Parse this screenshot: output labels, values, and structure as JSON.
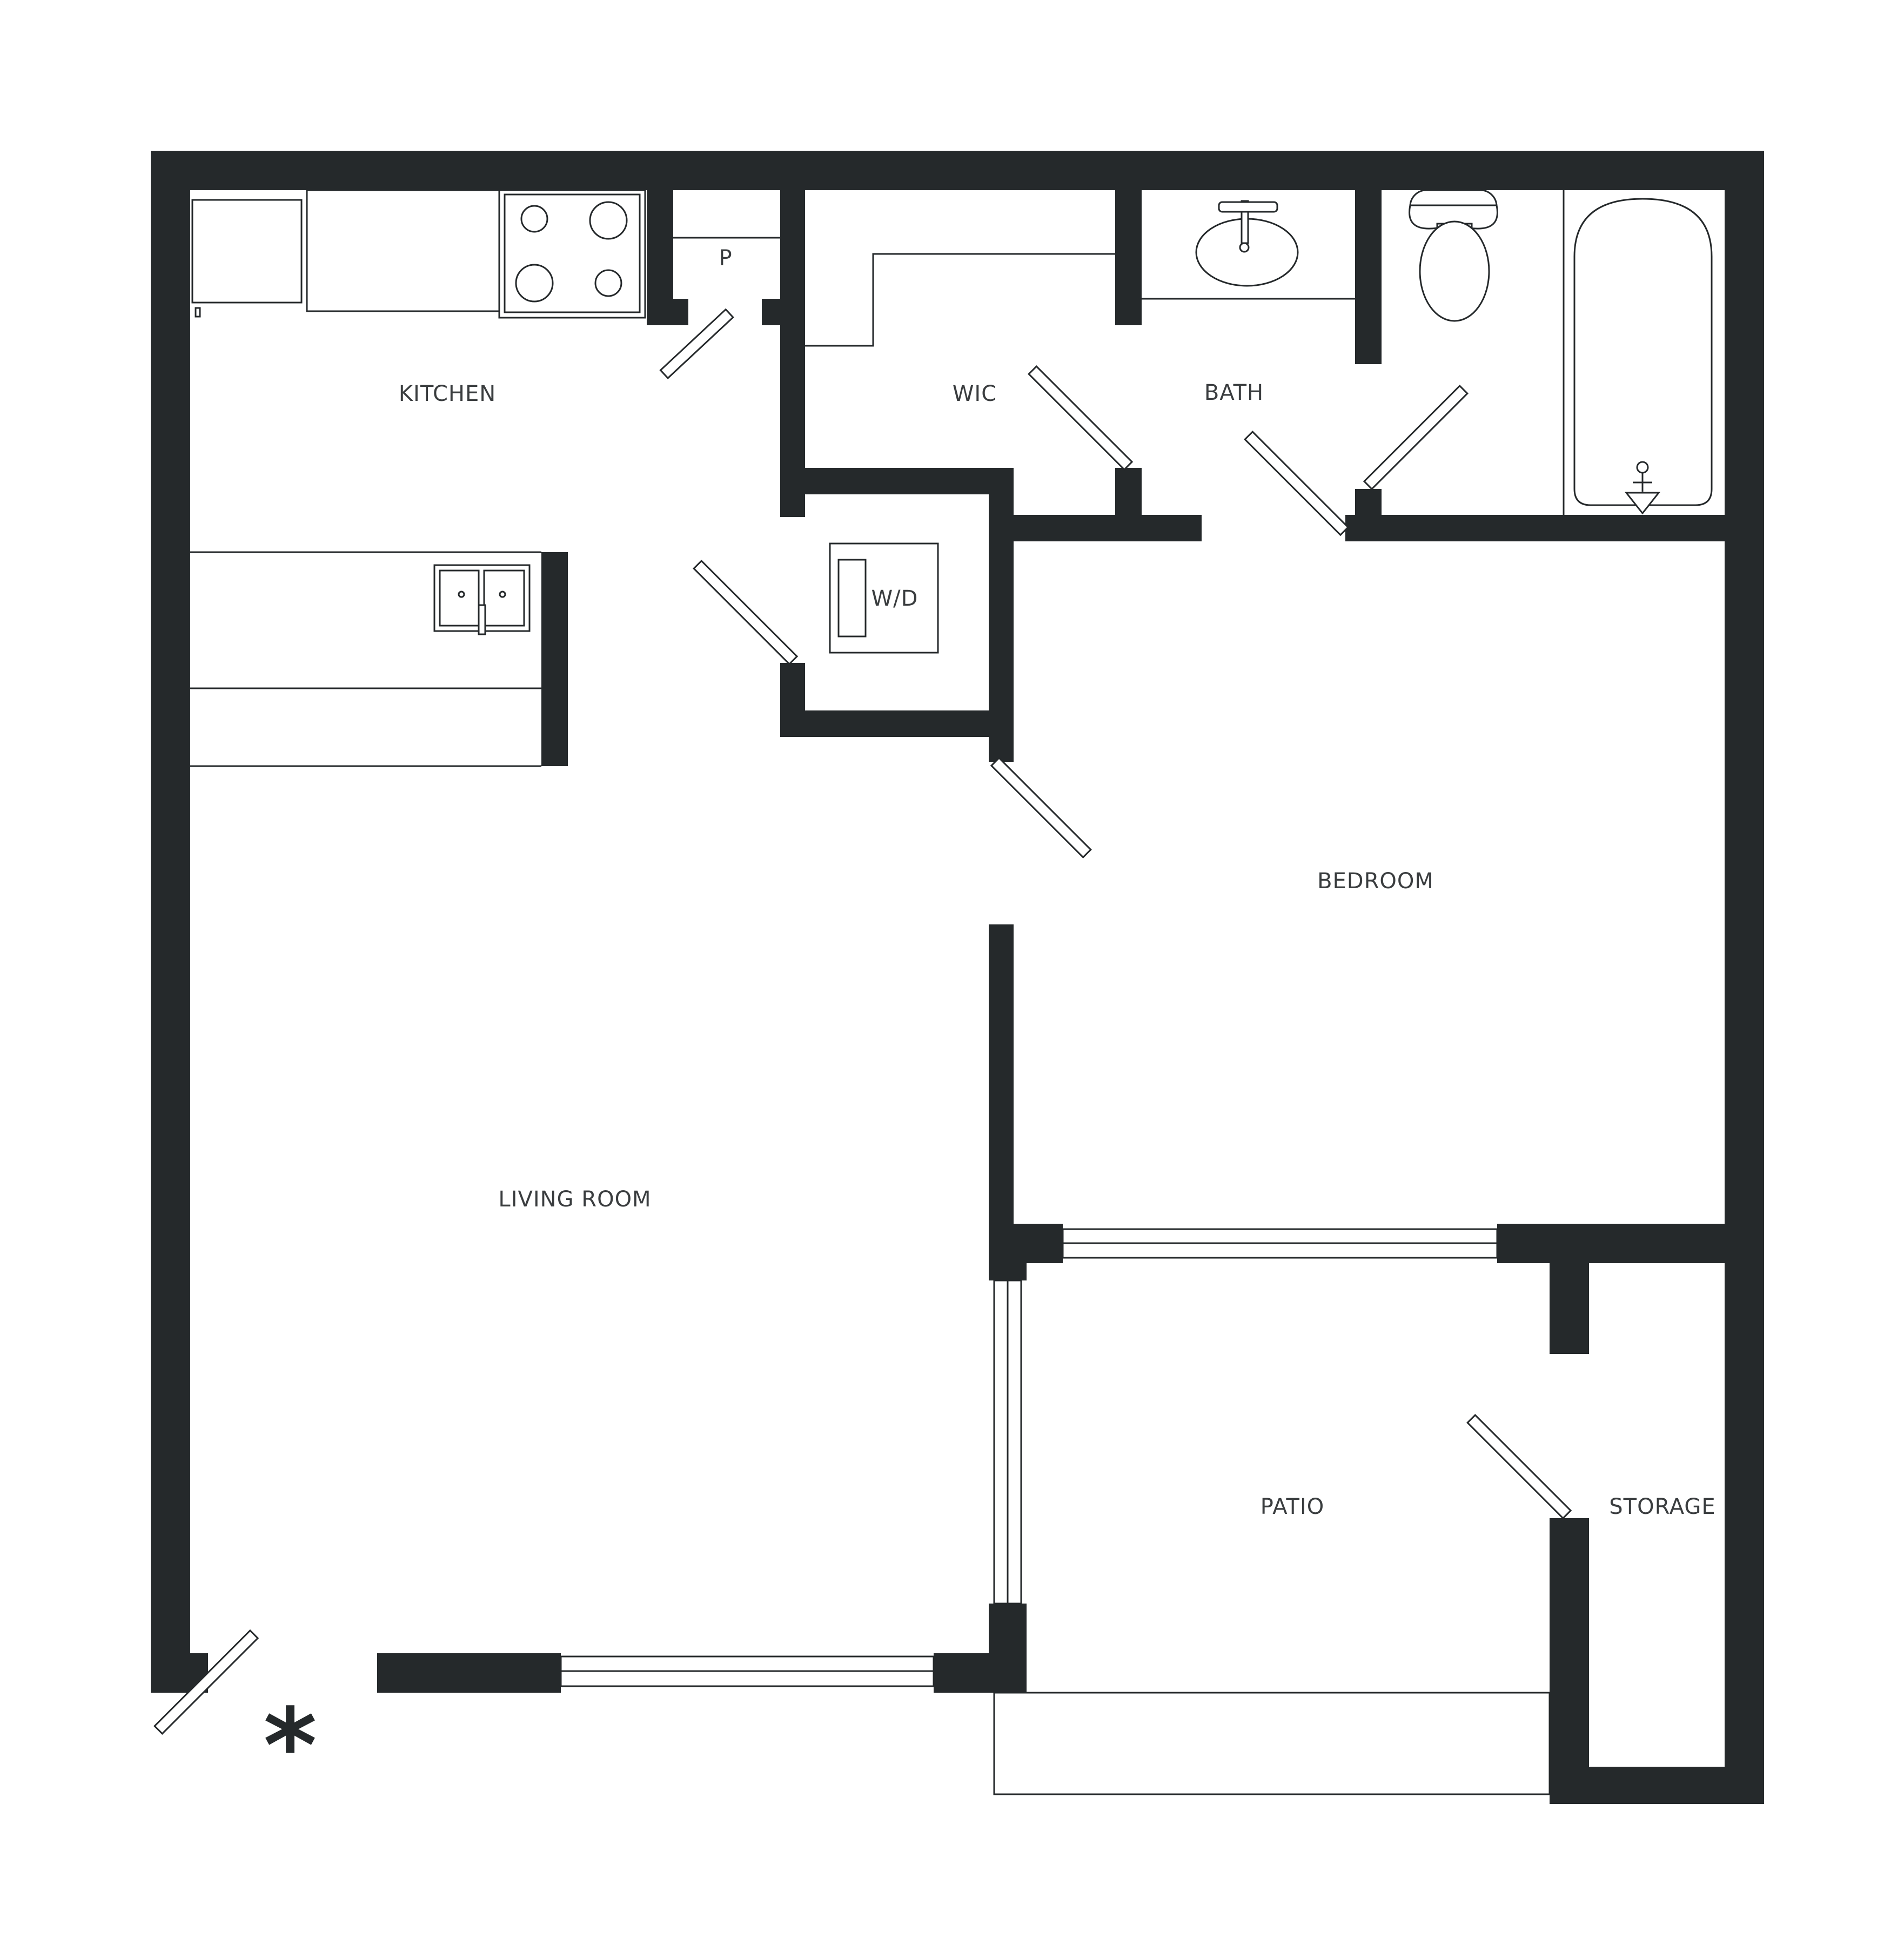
{
  "rooms": {
    "kitchen": "KITCHEN",
    "pantry": "P",
    "wic": "WIC",
    "bath": "BATH",
    "laundry": "W/D",
    "bedroom": "BEDROOM",
    "living_room": "LIVING ROOM",
    "patio": "PATIO",
    "storage": "STORAGE"
  },
  "entry_marker": "*",
  "colors": {
    "wall": "#25292b",
    "background": "#ffffff",
    "label": "#3a3d3f"
  }
}
